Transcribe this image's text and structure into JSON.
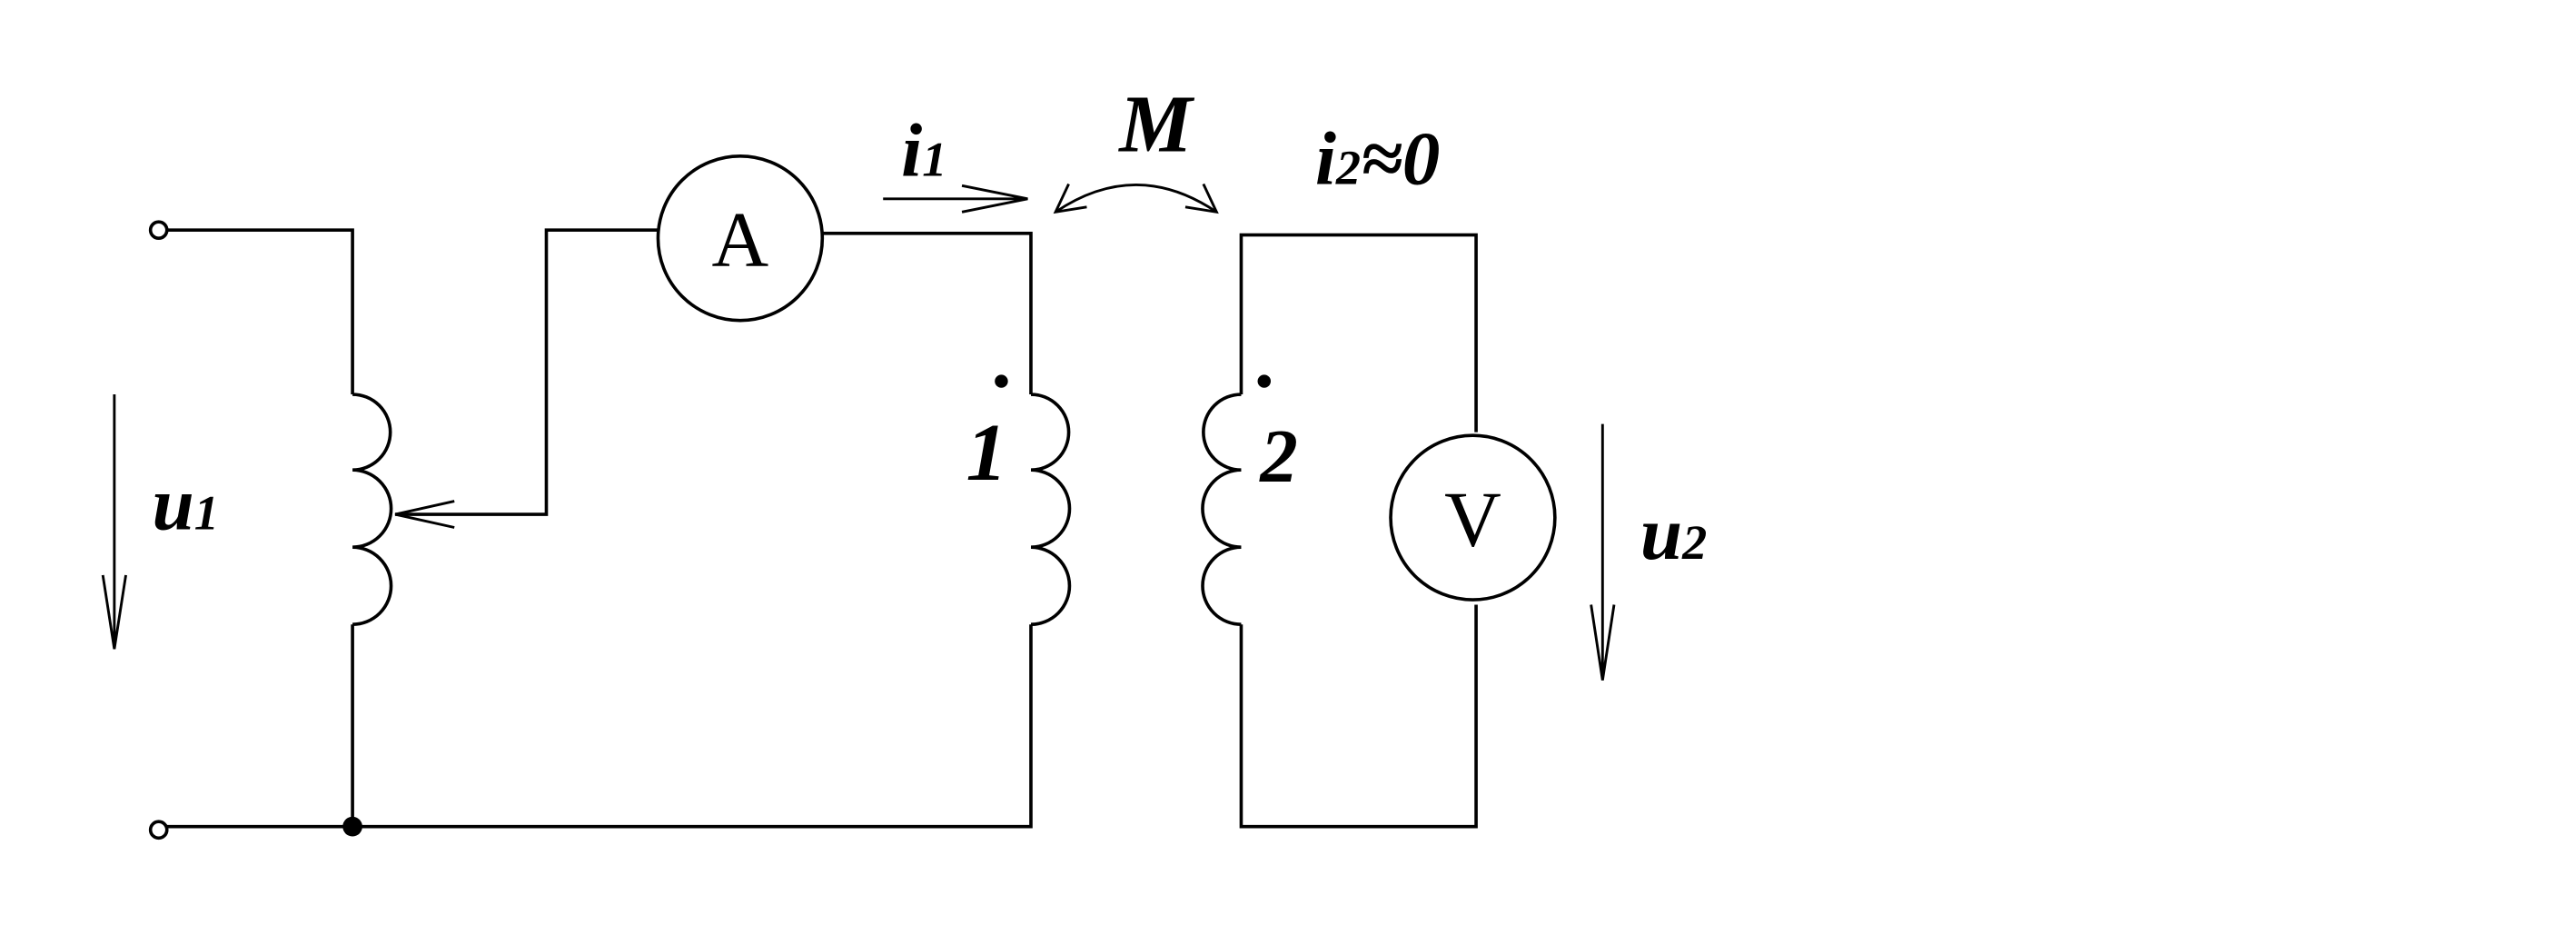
{
  "labels": {
    "u1_main": "u",
    "u1_sub": "1",
    "i1_main": "i",
    "i1_sub": "1",
    "M": "M",
    "i2_main": "i",
    "i2_sub": "2",
    "i2_rest": "≈0",
    "coil1": "1",
    "coil2": "2",
    "u2_main": "u",
    "u2_sub": "2"
  },
  "meters": {
    "ammeter": "A",
    "voltmeter": "V"
  }
}
